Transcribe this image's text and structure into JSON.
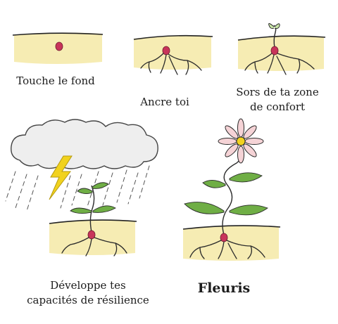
{
  "panels": {
    "touch_bottom": {
      "caption": "Touche le fond"
    },
    "anchor": {
      "caption": "Ancre toi"
    },
    "comfort_zone": {
      "caption_line1": "Sors de ta zone",
      "caption_line2": "de confort"
    },
    "resilience": {
      "caption_line1": "Développe tes",
      "caption_line2": "capacités de résilience"
    },
    "bloom": {
      "caption": "Fleuris"
    }
  },
  "colors": {
    "soil": "#f4e9a6",
    "seed": "#c8345a",
    "leaf": "#6fae45",
    "cloud_edge": "#444444",
    "lightning": "#f1d21e",
    "petal_tint": "#f5d3d6",
    "ink": "#1c1c1c"
  }
}
